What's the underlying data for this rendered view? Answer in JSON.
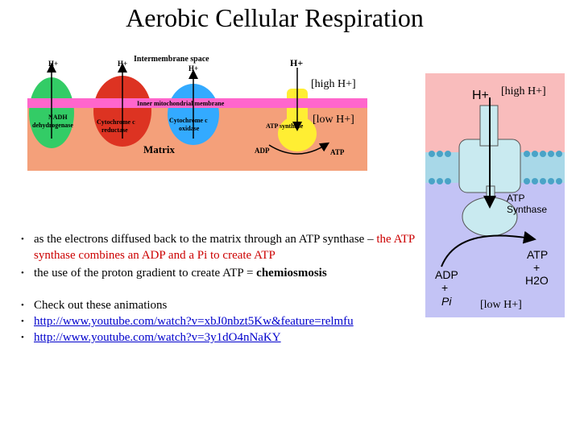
{
  "title": "Aerobic Cellular Respiration",
  "left_diagram": {
    "intermembrane_label": "Intermembrane space",
    "inner_membrane_label": "Inner mitochondrial membrane",
    "matrix_label": "Matrix",
    "h_plus_labels": [
      "H+",
      "H+",
      "H+",
      "H+"
    ],
    "nadh_label": "NADH\ndehydrogenase",
    "cyt_reductase_label": "Cytochrome c\nreductase",
    "cyt_oxidase_label": "Cytochrome c\noxidase",
    "atp_synthase_label": "ATP synthase",
    "adp_label": "ADP",
    "atp_label": "ATP",
    "high_h_overlay": "[high H+]",
    "low_h_overlay": "[low H+]",
    "colors": {
      "intermembrane": "#ffffff",
      "membrane": "#ff66cc",
      "matrix": "#f4a07a",
      "nadh": "#33cc66",
      "reductase": "#dd3322",
      "oxidase": "#33aaff",
      "synthase": "#ffee33"
    }
  },
  "right_diagram": {
    "h_plus": "H+",
    "high_h": "[high H+]",
    "atp_synthase": "ATP\nSynthase",
    "adp": "ADP",
    "plus1": "+",
    "pi": "Pi",
    "atp": "ATP",
    "plus2": "+",
    "h2o": "H2O",
    "low_h": "[low H+]",
    "colors": {
      "top": "#f9bcbc",
      "bottom": "#c3c3f5",
      "synthase": "#c9eaf0",
      "membrane": "#a8d8e8"
    }
  },
  "bullets": {
    "b1_text": "as the electrons diffused back to the matrix through an ATP synthase – ",
    "b1_red": "the ATP synthase combines an ADP and a Pi to create ATP",
    "b2_text": "the use of the proton gradient to create ATP = ",
    "b2_bold": "chemiosmosis",
    "b3_text": "Check out these animations",
    "link1": "http://www.youtube.com/watch?v=xbJ0nbzt5Kw&feature=relmfu",
    "link2": "http://www.youtube.com/watch?v=3y1dO4nNaKY",
    "bullet_symbol": "•"
  }
}
